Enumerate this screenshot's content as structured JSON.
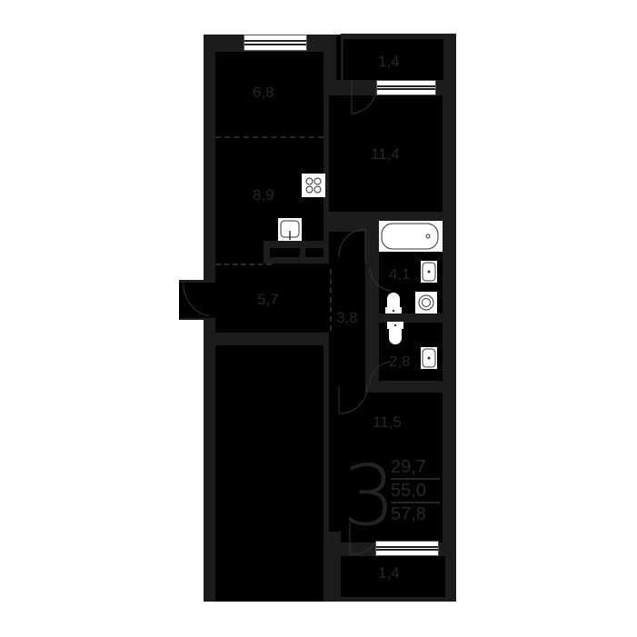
{
  "plan": {
    "rooms_count_label": "3",
    "areas": {
      "living": "29,7",
      "total": "55,0",
      "total_with_balcony": "57,8"
    },
    "rooms": [
      {
        "id": "kitchen-top",
        "area": "6,8"
      },
      {
        "id": "kitchen",
        "area": "8,9"
      },
      {
        "id": "hall",
        "area": "5,7"
      },
      {
        "id": "corridor",
        "area": "3,8"
      },
      {
        "id": "balcony-top",
        "area": "1,4"
      },
      {
        "id": "room-top-right",
        "area": "11,4"
      },
      {
        "id": "bathroom",
        "area": "4,1"
      },
      {
        "id": "wc",
        "area": "2,8"
      },
      {
        "id": "room-bottom-right",
        "area": "11,5"
      },
      {
        "id": "balcony-bottom",
        "area": "1,4"
      }
    ]
  },
  "colors": {
    "background": "#ffffff",
    "wall": "#1c1c1c",
    "floor": "#000000",
    "text": "#262626",
    "fixture": "#ffffff"
  }
}
